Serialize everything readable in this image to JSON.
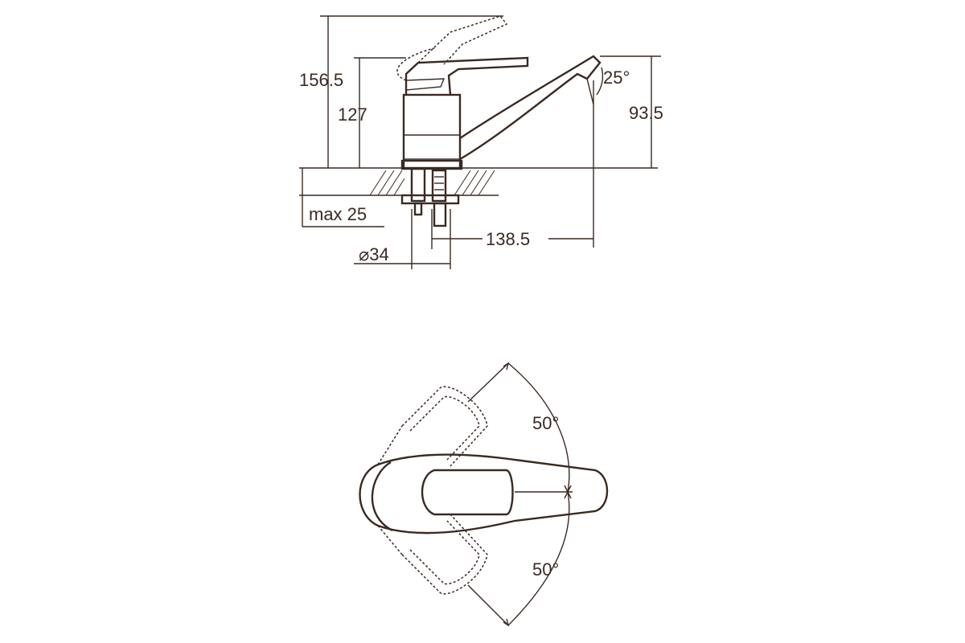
{
  "drawing": {
    "colors": {
      "line": "#3a2a22",
      "background": "#ffffff"
    },
    "dimensions": {
      "total_height": "156.5",
      "body_height": "127",
      "spout_height": "93.5",
      "spout_angle": "25°",
      "mount_thickness": "max 25",
      "spout_reach": "138.5",
      "hole_diameter": "⌀34",
      "rotation_left": "50°",
      "rotation_right": "50°"
    }
  }
}
